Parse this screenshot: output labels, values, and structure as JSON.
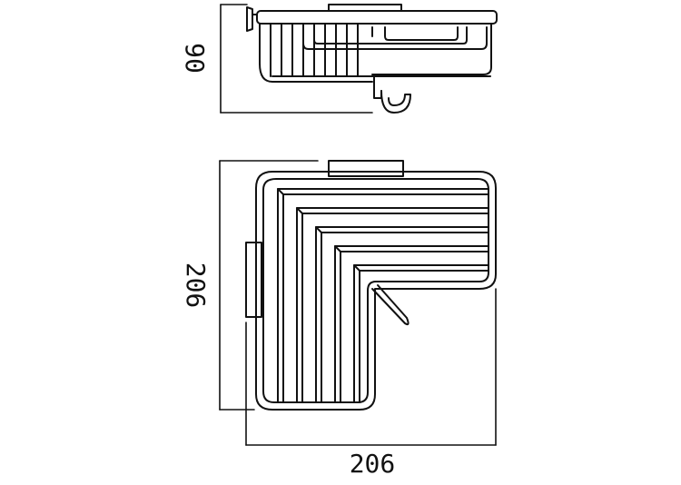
{
  "dimensions": {
    "height": "90",
    "depth": "206",
    "width": "206"
  },
  "colors": {
    "line": "#111111",
    "background": "#ffffff"
  }
}
